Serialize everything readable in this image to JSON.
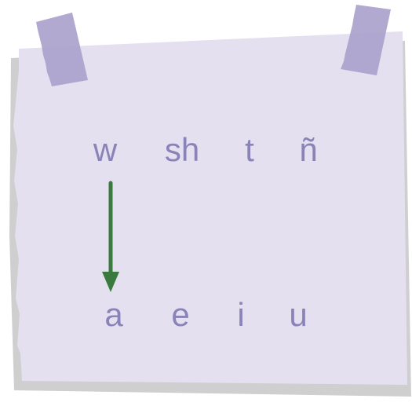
{
  "colors": {
    "paper": "#e4e0ef",
    "paper_shadow": "#cfcfcf",
    "tape": "#aaa2cc",
    "glyph": "#8a83b8",
    "arrow": "#3a7a3f"
  },
  "consonants": [
    "w",
    "sh",
    "t",
    "ñ"
  ],
  "vowels": [
    "a",
    "e",
    "i",
    "u"
  ],
  "icons": {
    "arrow": "arrow-down-icon",
    "tape": "tape-strip"
  }
}
